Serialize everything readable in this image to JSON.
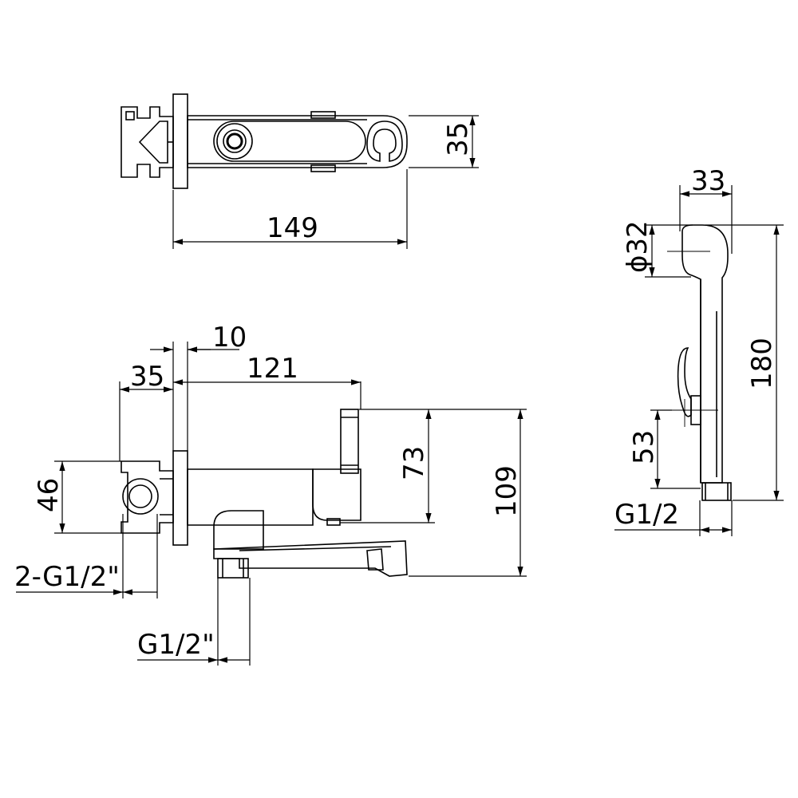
{
  "colors": {
    "line": "#000000",
    "background": "#ffffff"
  },
  "top_view": {
    "width_label": "149",
    "height_label": "35"
  },
  "front_view": {
    "dim_10": "10",
    "dim_35": "35",
    "dim_121": "121",
    "dim_46": "46",
    "dim_73": "73",
    "dim_109": "109",
    "inlet_thread": "2-G1/2\"",
    "outlet_thread": "G1/2\""
  },
  "spray_view": {
    "width_label": "33",
    "diameter_label": "ϕ32",
    "length_label": "180",
    "trigger_label": "53",
    "thread_label": "G1/2"
  }
}
